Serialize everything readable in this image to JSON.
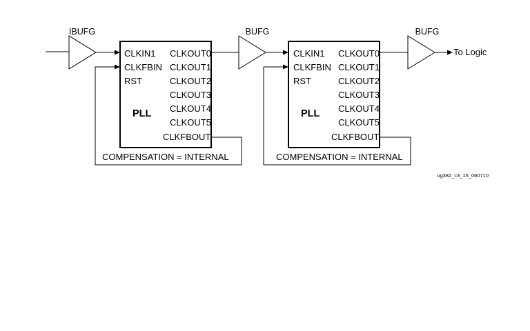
{
  "buffers": {
    "input": "IBUFG",
    "middle": "BUFG",
    "output": "BUFG"
  },
  "output_label": "To Logic",
  "pll_blocks": [
    {
      "title": "PLL",
      "inputs": [
        "CLKIN1",
        "CLKFBIN",
        "RST"
      ],
      "outputs": [
        "CLKOUT0",
        "CLKOUT1",
        "CLKOUT2",
        "CLKOUT3",
        "CLKOUT4",
        "CLKOUT5"
      ],
      "feedback_output": "CLKFBOUT",
      "compensation": "COMPENSATION = INTERNAL"
    },
    {
      "title": "PLL",
      "inputs": [
        "CLKIN1",
        "CLKFBIN",
        "RST"
      ],
      "outputs": [
        "CLKOUT0",
        "CLKOUT1",
        "CLKOUT2",
        "CLKOUT3",
        "CLKOUT4",
        "CLKOUT5"
      ],
      "feedback_output": "CLKFBOUT",
      "compensation": "COMPENSATION = INTERNAL"
    }
  ],
  "figure_id": "ug382_c3_15_060710"
}
